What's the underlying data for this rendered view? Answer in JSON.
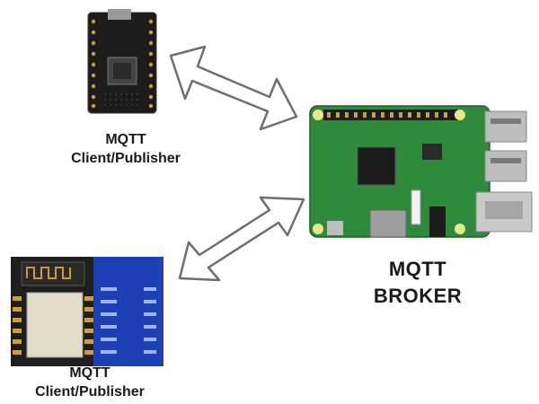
{
  "diagram": {
    "nodes": {
      "client_top": {
        "line1": "MQTT",
        "line2": "Client/Publisher"
      },
      "client_bottom": {
        "line1": "MQTT",
        "line2": "Client/Publisher"
      },
      "broker": {
        "line1": "MQTT",
        "line2": "BROKER"
      }
    },
    "connections": [
      {
        "from": "client_top",
        "to": "broker",
        "style": "double-arrow"
      },
      {
        "from": "client_bottom",
        "to": "broker",
        "style": "double-arrow"
      }
    ],
    "colors": {
      "arrow_fill": "#ffffff",
      "arrow_stroke": "#6e6e6e",
      "pcb_green": "#2f8a3c",
      "pcb_dark": "#1e1e1e",
      "esp_blue": "#1f3fb5"
    },
    "icons": [
      "microcontroller-board-icon",
      "esp-wifi-module-icon",
      "raspberry-pi-board-icon"
    ]
  }
}
